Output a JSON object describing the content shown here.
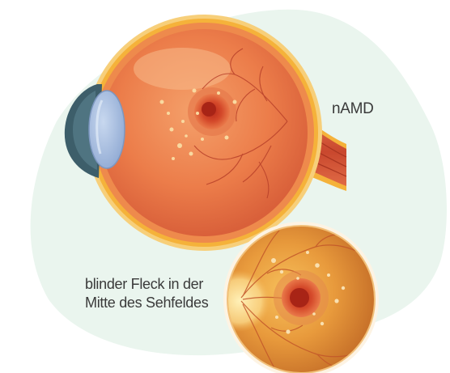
{
  "labels": {
    "condition": "nAMD",
    "symptom_line1": "blinder Fleck in der",
    "symptom_line2": "Mitte des Sehfeldes"
  },
  "colors": {
    "background_blob": "#eaf5ee",
    "sclera": "#f5b23a",
    "choroid": "#e8703f",
    "retina_light": "#f0905a",
    "lesion": "#c83a1e",
    "cornea": "#9eb8dd",
    "iris": "#3d5e6a",
    "optic_nerve": "#cf4b2c",
    "fundus_bg": "#e89a3c"
  }
}
